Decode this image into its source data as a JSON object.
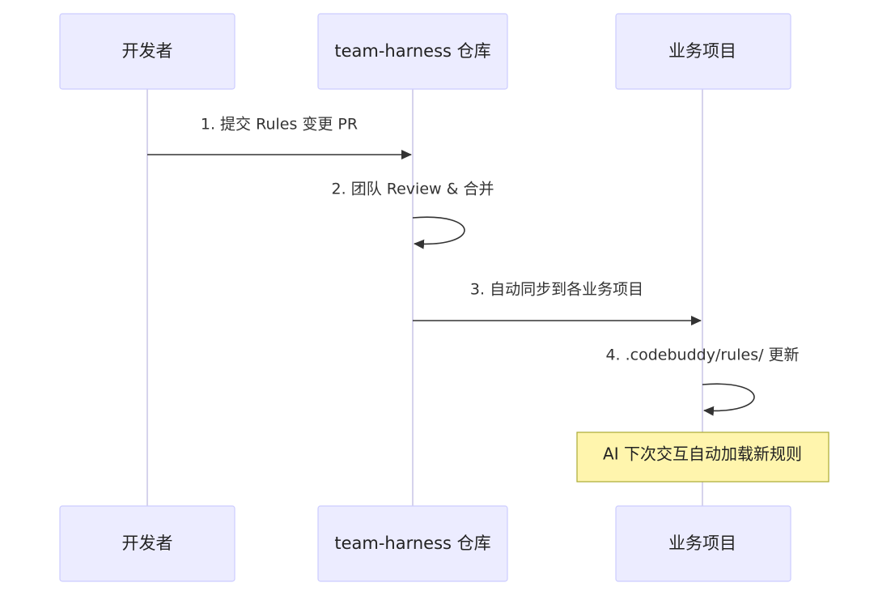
{
  "diagram": {
    "type": "sequence",
    "participants": [
      {
        "id": "dev",
        "label": "开发者"
      },
      {
        "id": "repo",
        "label": "team-harness 仓库"
      },
      {
        "id": "proj",
        "label": "业务项目"
      }
    ],
    "messages": [
      {
        "from": "dev",
        "to": "repo",
        "label": "1. 提交 Rules 变更 PR"
      },
      {
        "from": "repo",
        "to": "repo",
        "label": "2. 团队 Review & 合并"
      },
      {
        "from": "repo",
        "to": "proj",
        "label": "3. 自动同步到各业务项目"
      },
      {
        "from": "proj",
        "to": "proj",
        "label": "4. .codebuddy/rules/ 更新"
      }
    ],
    "note": {
      "over": "proj",
      "text": "AI 下次交互自动加载新规则"
    },
    "colors": {
      "actor_fill": "#ececff",
      "actor_border": "#ccccff",
      "lifeline": "#d6d3ec",
      "arrow": "#333333",
      "note_fill": "#fff5ad",
      "note_border": "#aaaa33"
    }
  }
}
